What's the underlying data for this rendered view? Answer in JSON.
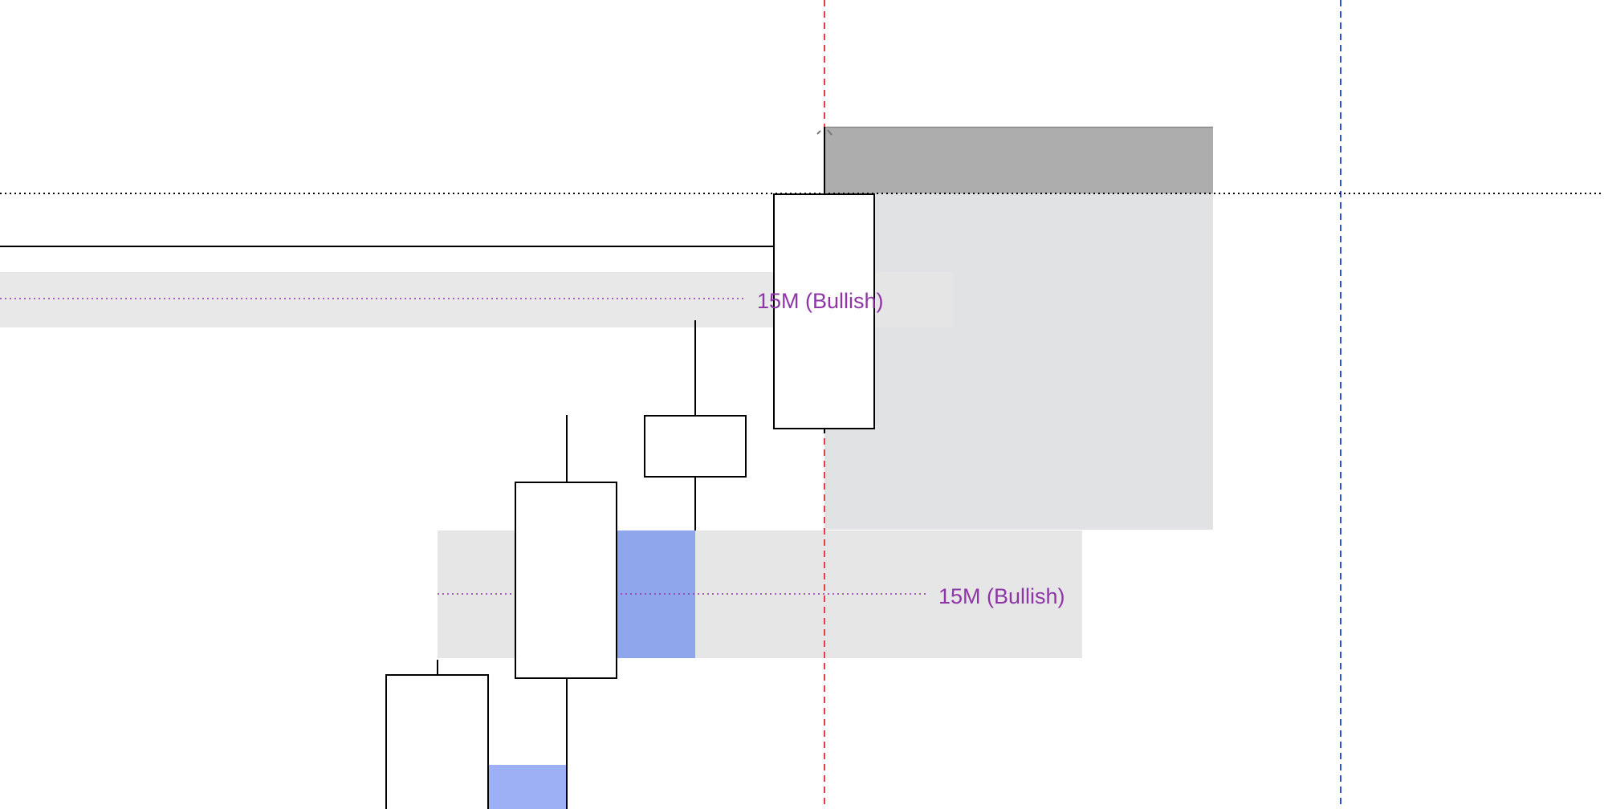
{
  "chart_data": {
    "type": "candlestick",
    "title": "",
    "colors": {
      "candle_fill": "#ffffff",
      "candle_stroke": "#000000",
      "zone_bg": "#e6e6e6",
      "zone_label": "#8e35a8",
      "imbalance": "#8fa5ec",
      "target_dark": "#adadad",
      "target_light": "#e1e2e4",
      "session_line_red": "#e0404a",
      "session_line_blue": "#3050d8"
    },
    "zones": [
      {
        "label": "15M (Bullish)",
        "id": "upper"
      },
      {
        "label": "15M (Bullish)",
        "id": "lower"
      }
    ]
  }
}
